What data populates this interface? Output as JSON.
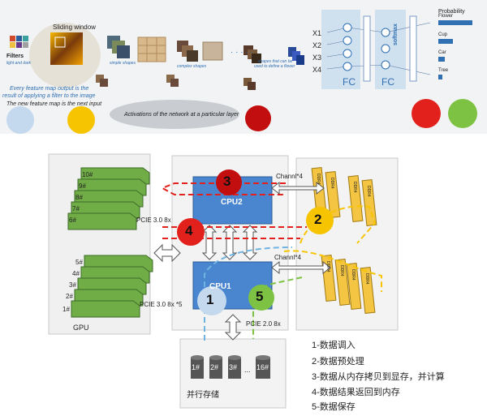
{
  "cnn": {
    "filters_label": "Filters",
    "filters_sub": "light and dark",
    "sliding_window": "Sliding window",
    "simple_shapes": "simple shapes",
    "complex_shapes": "complex shapes",
    "flower_shapes_1": "shapes that can be",
    "flower_shapes_2": "used to define a flower",
    "caption_line1": "Every feature map output is the",
    "caption_line2": "result of applying a filter to the image",
    "caption_line3": "The new feature map is the next input",
    "activations": "Activations of the network at a particular layer",
    "inputs": [
      "X1",
      "X2",
      "X3",
      "X4"
    ],
    "fc_label": "FC",
    "fc2_label": "FC",
    "softmax": "softmax",
    "probability": "Probability",
    "classes": [
      "Flower",
      "Cup",
      "Car",
      "Tree"
    ],
    "ellipsis": "· · · · ·"
  },
  "hw": {
    "gpu_labels_top": [
      "10#",
      "9#",
      "8#",
      "7#",
      "6#"
    ],
    "gpu_labels_bottom": [
      "5#",
      "4#",
      "3#",
      "2#",
      "1#"
    ],
    "gpu_label": "GPU",
    "pcie_top": "PCIE 3.0 8x",
    "pcie_bottom": "PCIE 3.0 8x *5",
    "pcie_storage": "PCIE 2.0 8x",
    "cpu2": "CPU2",
    "cpu1": "CPU1",
    "channel_top": "Channl*4",
    "channel_bottom": "Channl*4",
    "ddr": "DDR4",
    "storage_label": "并行存储",
    "disks": [
      "1#",
      "2#",
      "3#",
      "...",
      "16#"
    ],
    "step_numbers": [
      "1",
      "2",
      "3",
      "4",
      "5"
    ]
  },
  "legend": [
    "1-数据调入",
    "2-数据预处理",
    "3-数据从内存拷贝到显存，并计算",
    "4-数据结果返回到内存",
    "5-数据保存"
  ],
  "colors": {
    "step1": "#c4d9ee",
    "step2": "#f6c400",
    "step3": "#c20e0e",
    "step4": "#e3211c",
    "step5": "#7dc243",
    "cpu": "#4a86cf",
    "gpu": "#70ad47",
    "ddr": "#f4c542"
  }
}
